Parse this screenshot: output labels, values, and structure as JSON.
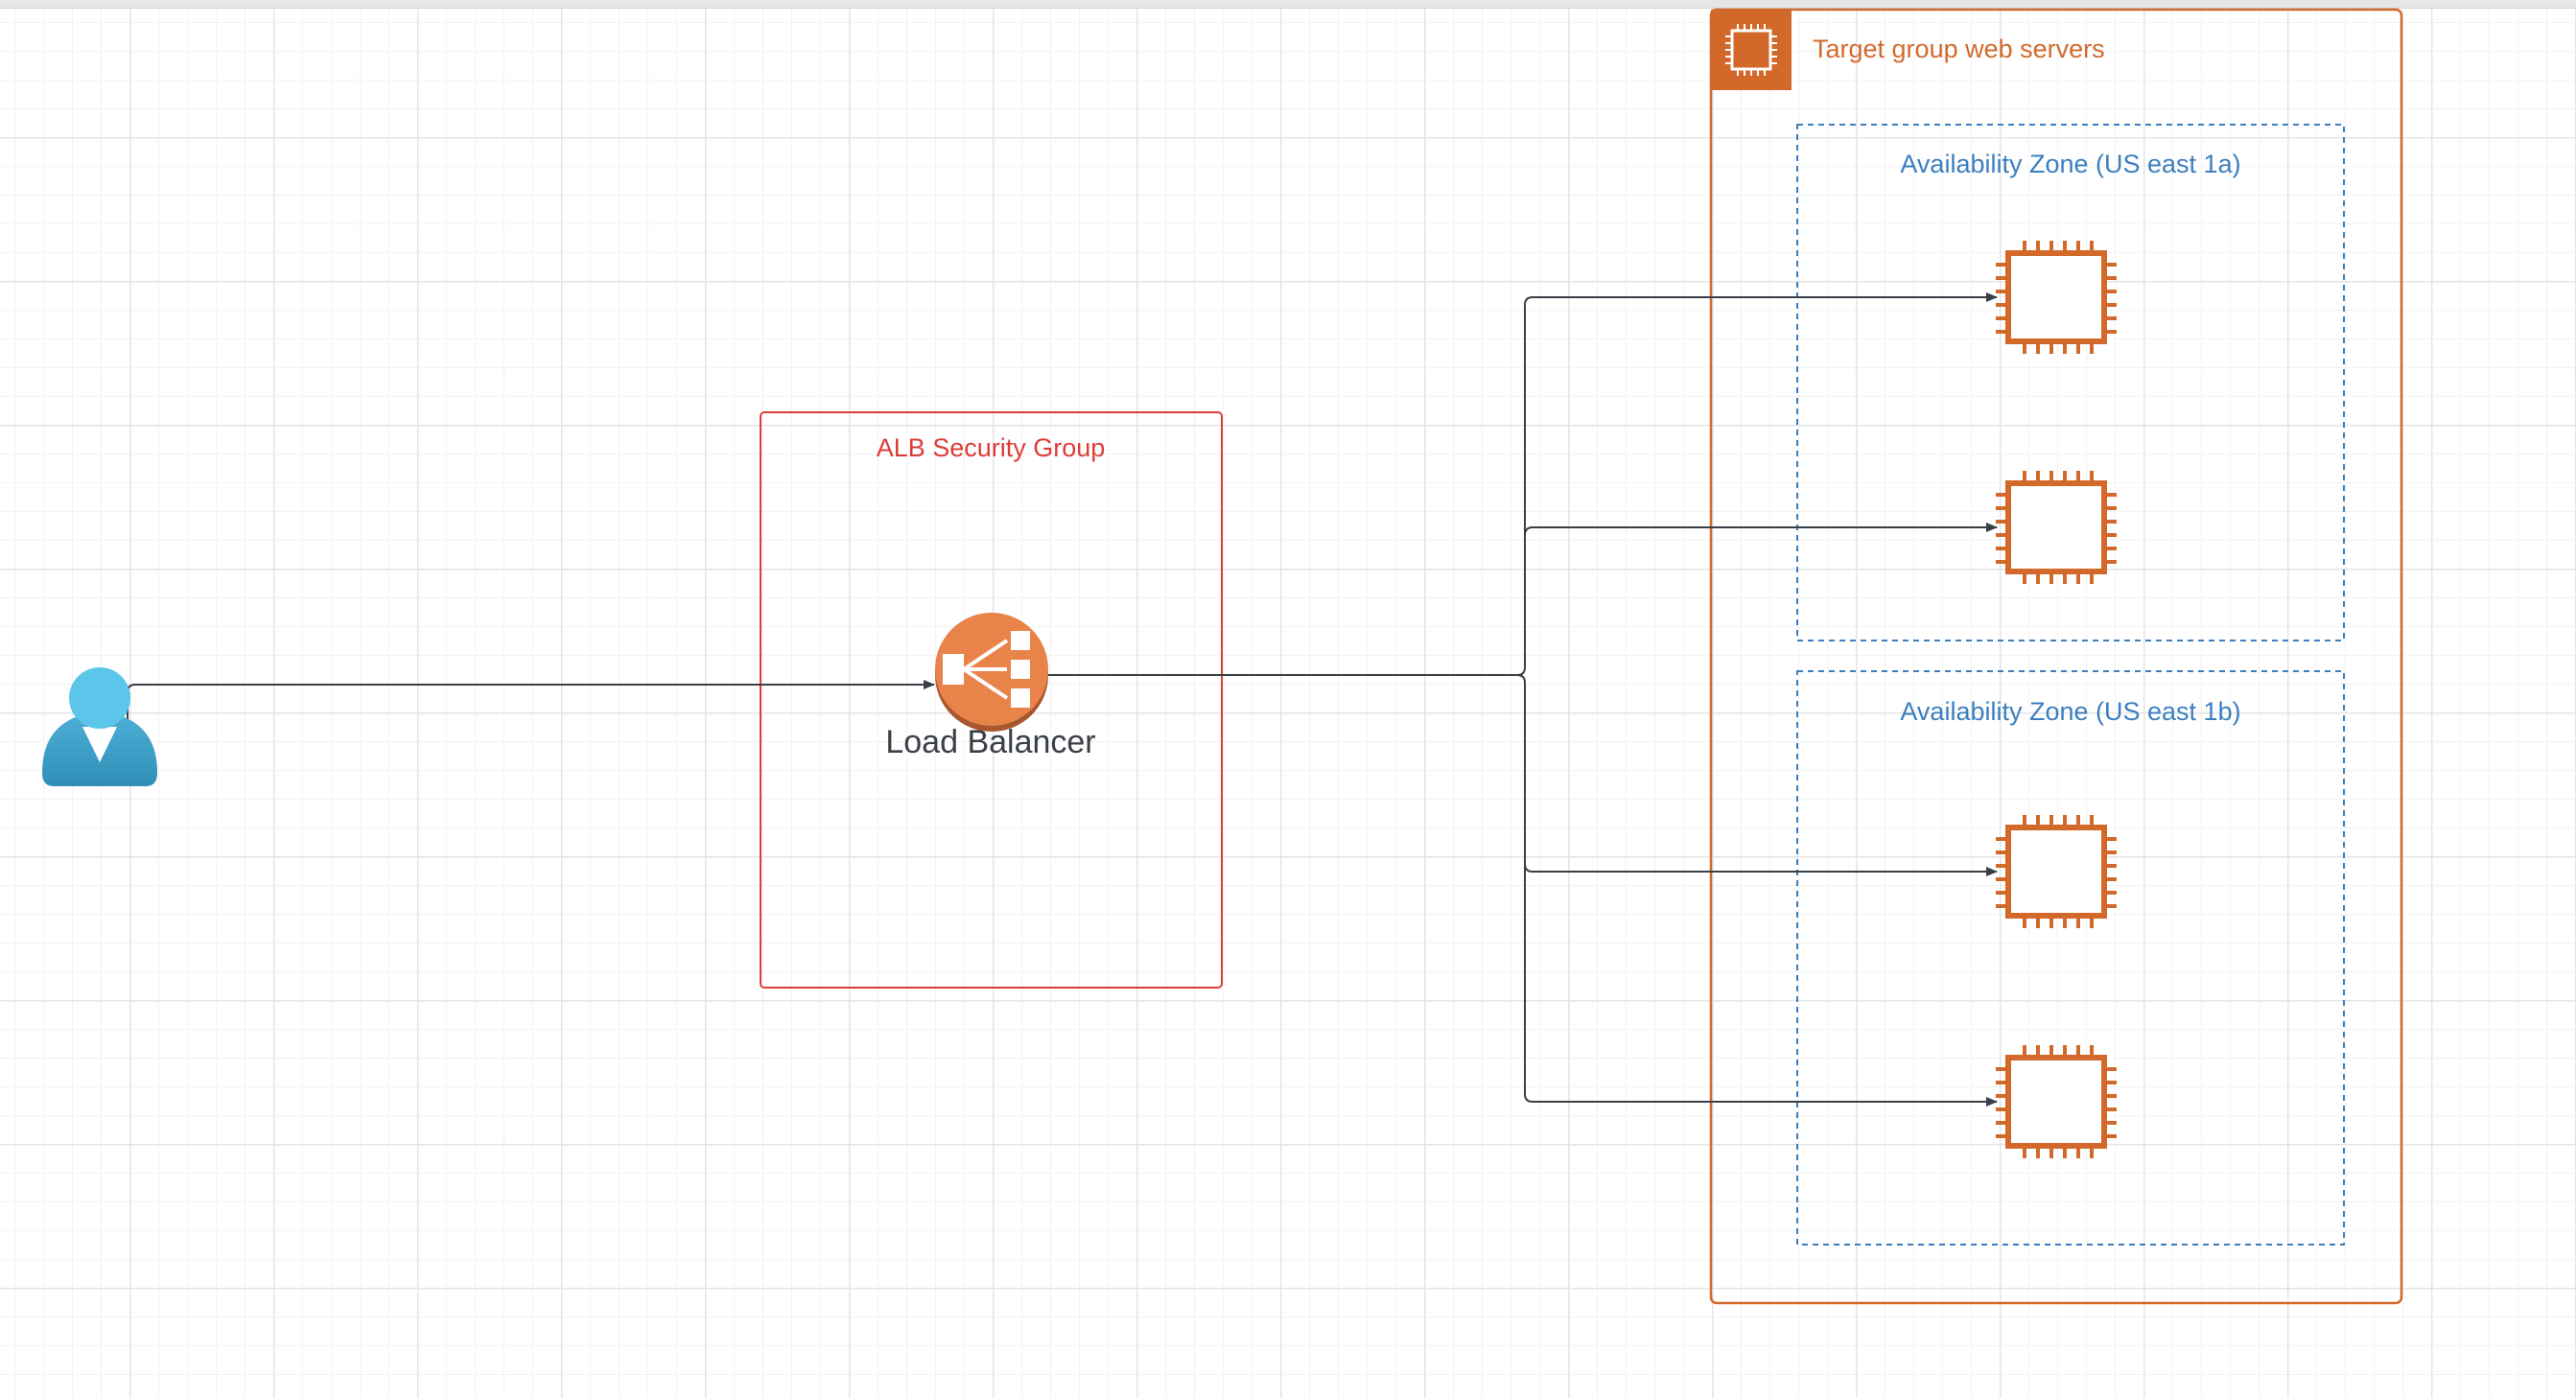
{
  "diagram": {
    "alb_group": {
      "label": "ALB Security Group"
    },
    "load_balancer": {
      "label": "Load Balancer"
    },
    "target_group": {
      "label": "Target group web servers"
    },
    "availability_zones": [
      {
        "label": "Availability Zone (US east 1a)"
      },
      {
        "label": "Availability Zone (US east 1b)"
      }
    ],
    "colors": {
      "alb_border": "#dd3c36",
      "aws_orange": "#d2692a",
      "lb_orange": "#e8834a",
      "zone_blue": "#3b7fbf",
      "user_blue": "#5bc6ea",
      "edge": "#3a3f47"
    },
    "icons": [
      "user-icon",
      "load-balancer-icon",
      "ec2-chip-icon",
      "ec2-instance-icon"
    ]
  }
}
